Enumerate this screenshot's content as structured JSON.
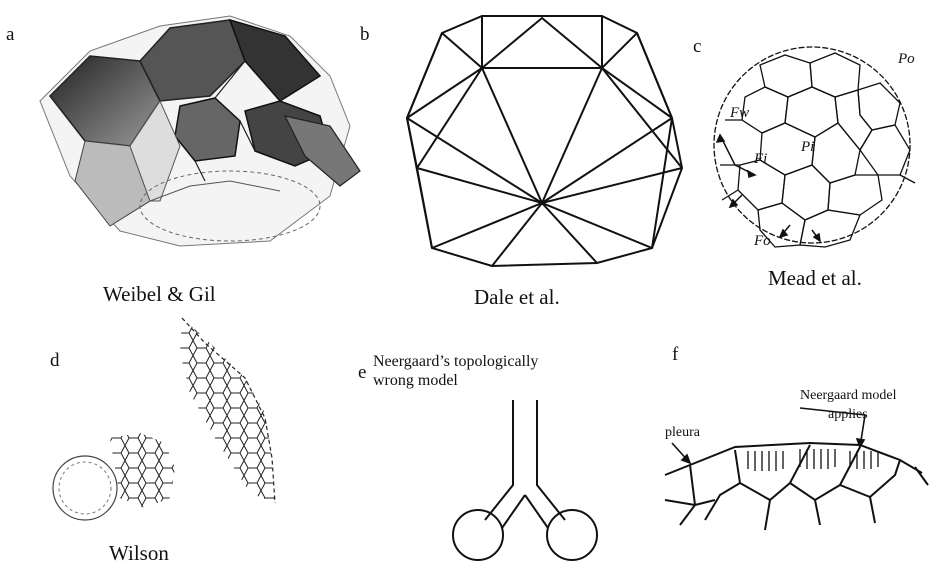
{
  "panels": {
    "a": {
      "letter": "a",
      "caption": "Weibel & Gil"
    },
    "b": {
      "letter": "b",
      "caption": "Dale et al."
    },
    "c": {
      "letter": "c",
      "caption": "Mead et al.",
      "labels": {
        "p_outer": "Po",
        "p_inner": "Pi",
        "fw": "Fw",
        "fi": "Fi",
        "fo": "Fo"
      }
    },
    "d": {
      "letter": "d",
      "caption": "Wilson"
    },
    "e": {
      "letter": "e",
      "title_line1": "Neergaard’s topologically",
      "title_line2": "wrong model"
    },
    "f": {
      "letter": "f",
      "pleura_label": "pleura",
      "note_line1": "Neergaard model",
      "note_line2": "applies"
    }
  }
}
